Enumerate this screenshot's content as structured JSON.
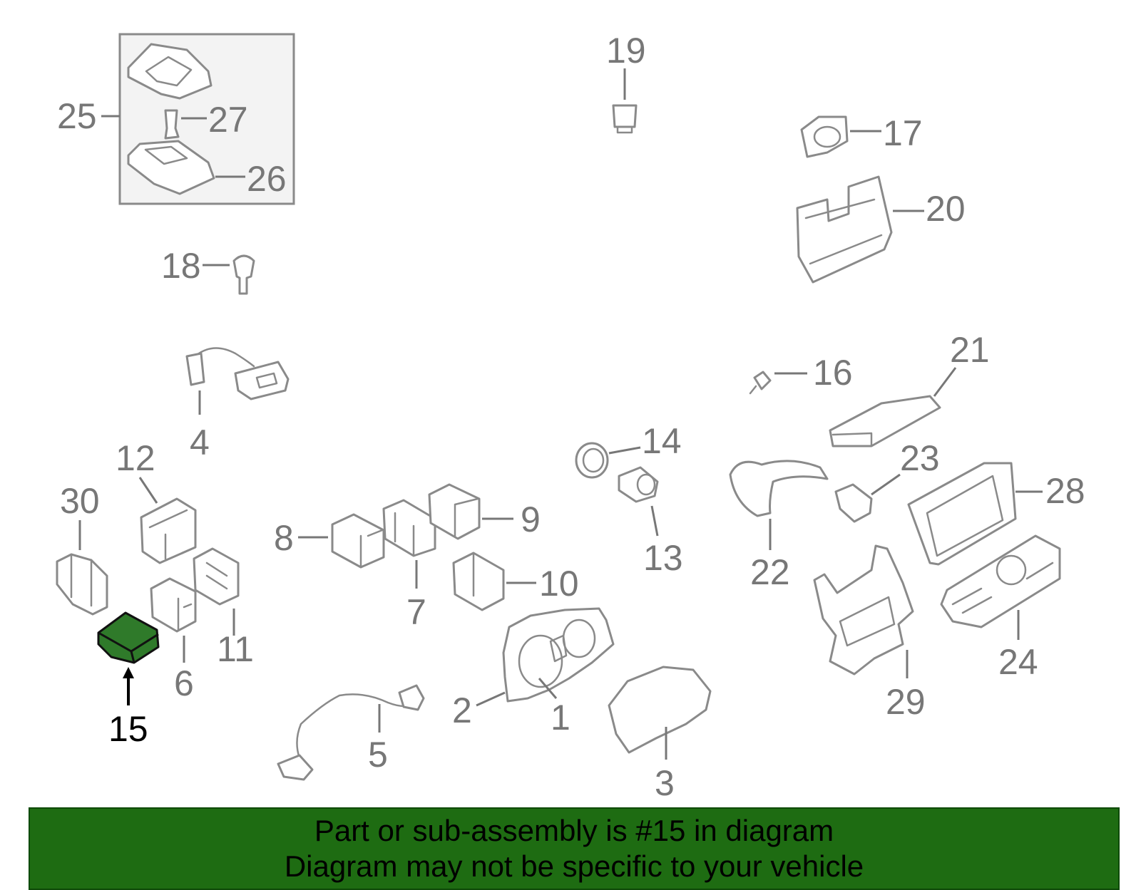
{
  "diagram": {
    "highlighted_part": "15",
    "callouts": {
      "p1": "1",
      "p2": "2",
      "p3": "3",
      "p4": "4",
      "p5": "5",
      "p6": "6",
      "p7": "7",
      "p8": "8",
      "p9": "9",
      "p10": "10",
      "p11": "11",
      "p12": "12",
      "p13": "13",
      "p14": "14",
      "p15": "15",
      "p16": "16",
      "p17": "17",
      "p18": "18",
      "p19": "19",
      "p20": "20",
      "p21": "21",
      "p22": "22",
      "p23": "23",
      "p24": "24",
      "p25": "25",
      "p26": "26",
      "p27": "27",
      "p28": "28",
      "p29": "29",
      "p30": "30"
    },
    "colors": {
      "highlight_fill": "#2f7a2a",
      "banner_bg": "#1e6c12",
      "line_gray": "#8a8a8a"
    }
  },
  "banner": {
    "line1": "Part or sub-assembly is #15 in diagram",
    "line2": "Diagram may not be specific to your vehicle"
  }
}
